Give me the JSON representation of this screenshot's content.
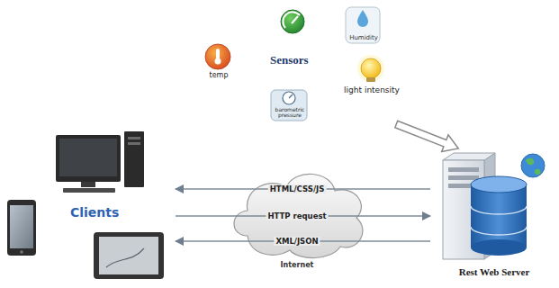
{
  "diagram": {
    "nodes": [
      {
        "text": [
          "Sensors"
        ]
      },
      {
        "text": [
          "Humidity"
        ],
        "in": 0
      },
      {
        "text": [
          "temp"
        ],
        "in": 0
      },
      {
        "text": [
          "light intensity"
        ],
        "in": 0
      },
      {
        "text": [
          "barometric pressure"
        ],
        "in": 0
      },
      {
        "text": [
          "Clients"
        ]
      },
      {
        "text": [
          "Rest Web Server"
        ]
      }
    ],
    "edges": [
      {
        "from": 0,
        "to": 6,
        "arrow": "to"
      },
      {
        "from": 6,
        "to": 5,
        "label": "HTML/CSS/JS",
        "arrow": "to"
      },
      {
        "from": 5,
        "to": 6,
        "label": "HTTP request",
        "arrow": "to"
      },
      {
        "from": 6,
        "to": 5,
        "label": "XML/JSON",
        "arrow": "to"
      }
    ],
    "labels": [
      "Internet"
    ]
  }
}
